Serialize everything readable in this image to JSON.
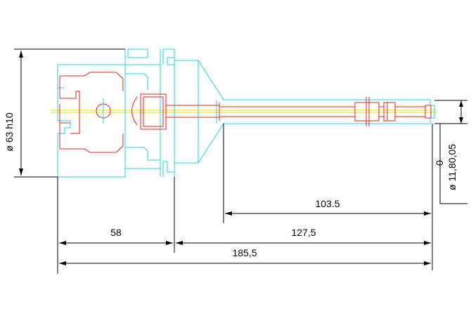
{
  "drawing": {
    "colors": {
      "outline": "#22d3e6",
      "inner_part": "#e8201c",
      "centerline": "#e8e000",
      "dimension": "#000000"
    },
    "dimensions": {
      "diameter_body": "ø 63 h10",
      "diameter_bore": "ø 11,80,05",
      "tolerance": "0",
      "reach": "103.5",
      "left_length": "58",
      "right_length": "127,5",
      "total_length": "185,5"
    }
  }
}
